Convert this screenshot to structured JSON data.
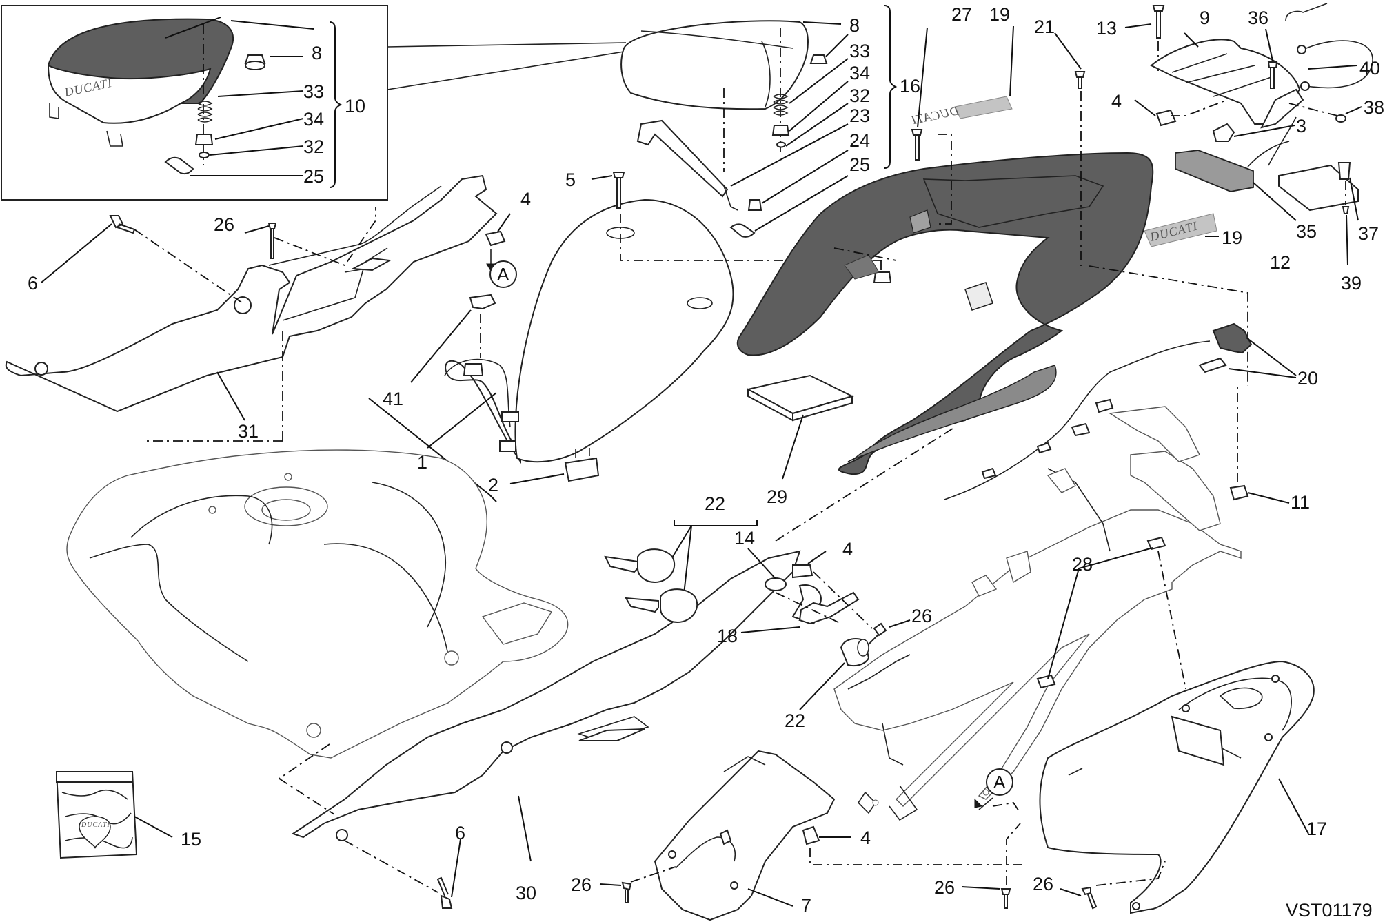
{
  "diagram": {
    "drawing_code": "VST01179",
    "colors": {
      "line": "#222222",
      "tail_cover": "#5e5e5e",
      "background": "#ffffff"
    },
    "brand_marks": [
      "DUCATI",
      "DUCATI",
      "DUCATI",
      "DUCATI"
    ],
    "reference_letters": [
      "A",
      "A"
    ],
    "callouts": [
      "8",
      "33",
      "34",
      "32",
      "25",
      "10",
      "8",
      "33",
      "34",
      "32",
      "23",
      "24",
      "25",
      "16",
      "27",
      "19",
      "21",
      "13",
      "9",
      "36",
      "40",
      "38",
      "4",
      "3",
      "35",
      "37",
      "39",
      "19",
      "12",
      "20",
      "26",
      "6",
      "4",
      "5",
      "41",
      "31",
      "1",
      "2",
      "29",
      "22",
      "14",
      "4",
      "18",
      "26",
      "22",
      "11",
      "28",
      "15",
      "6",
      "30",
      "26",
      "7",
      "4",
      "17",
      "26",
      "26"
    ]
  }
}
